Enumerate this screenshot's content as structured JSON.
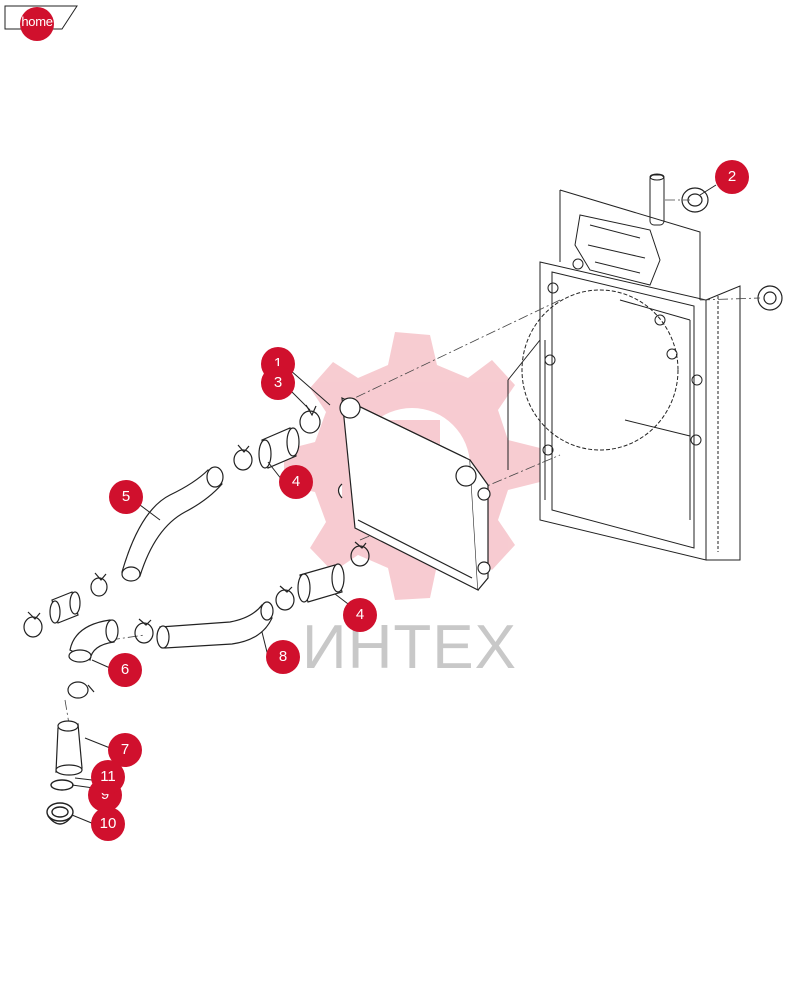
{
  "nav": {
    "home_label": "home"
  },
  "watermark": {
    "text": "ИНТЕХ",
    "color": "#f2a8b0"
  },
  "callout_color": "#d0102d",
  "callouts": [
    {
      "label": "1"
    },
    {
      "label": "2"
    },
    {
      "label": "3"
    },
    {
      "label": "4"
    },
    {
      "label": "4"
    },
    {
      "label": "5"
    },
    {
      "label": "6"
    },
    {
      "label": "7"
    },
    {
      "label": "8"
    },
    {
      "label": "9"
    },
    {
      "label": "10"
    },
    {
      "label": "11"
    }
  ]
}
